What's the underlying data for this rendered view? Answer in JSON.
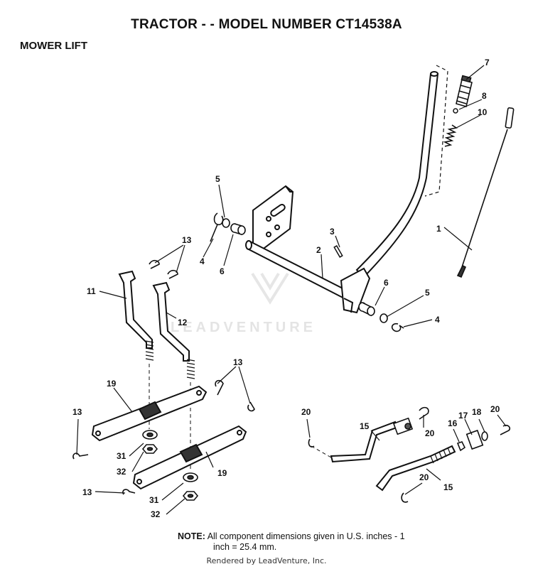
{
  "title": "TRACTOR - - MODEL NUMBER CT14538A",
  "subtitle": "MOWER LIFT",
  "watermark": "LEADVENTURE",
  "note": {
    "label": "NOTE:",
    "line1": "All component dimensions given in U.S. inches - 1",
    "line2": "inch = 25.4 mm."
  },
  "footer": "Rendered by LeadVenture, Inc.",
  "callouts": {
    "c7": "7",
    "c8": "8",
    "c10": "10",
    "c1": "1",
    "c5a": "5",
    "c4a": "4",
    "c6a": "6",
    "c3": "3",
    "c2": "2",
    "c6b": "6",
    "c5b": "5",
    "c4b": "4",
    "c13a": "13",
    "c11": "11",
    "c12": "12",
    "c13b": "13",
    "c19a": "19",
    "c13c": "13",
    "c31a": "31",
    "c32a": "32",
    "c19b": "19",
    "c13d": "13",
    "c31b": "31",
    "c32b": "32",
    "c20a": "20",
    "c15a": "15",
    "c20b": "20",
    "c16": "16",
    "c17": "17",
    "c18": "18",
    "c20c": "20",
    "c20d": "20",
    "c15b": "15"
  }
}
